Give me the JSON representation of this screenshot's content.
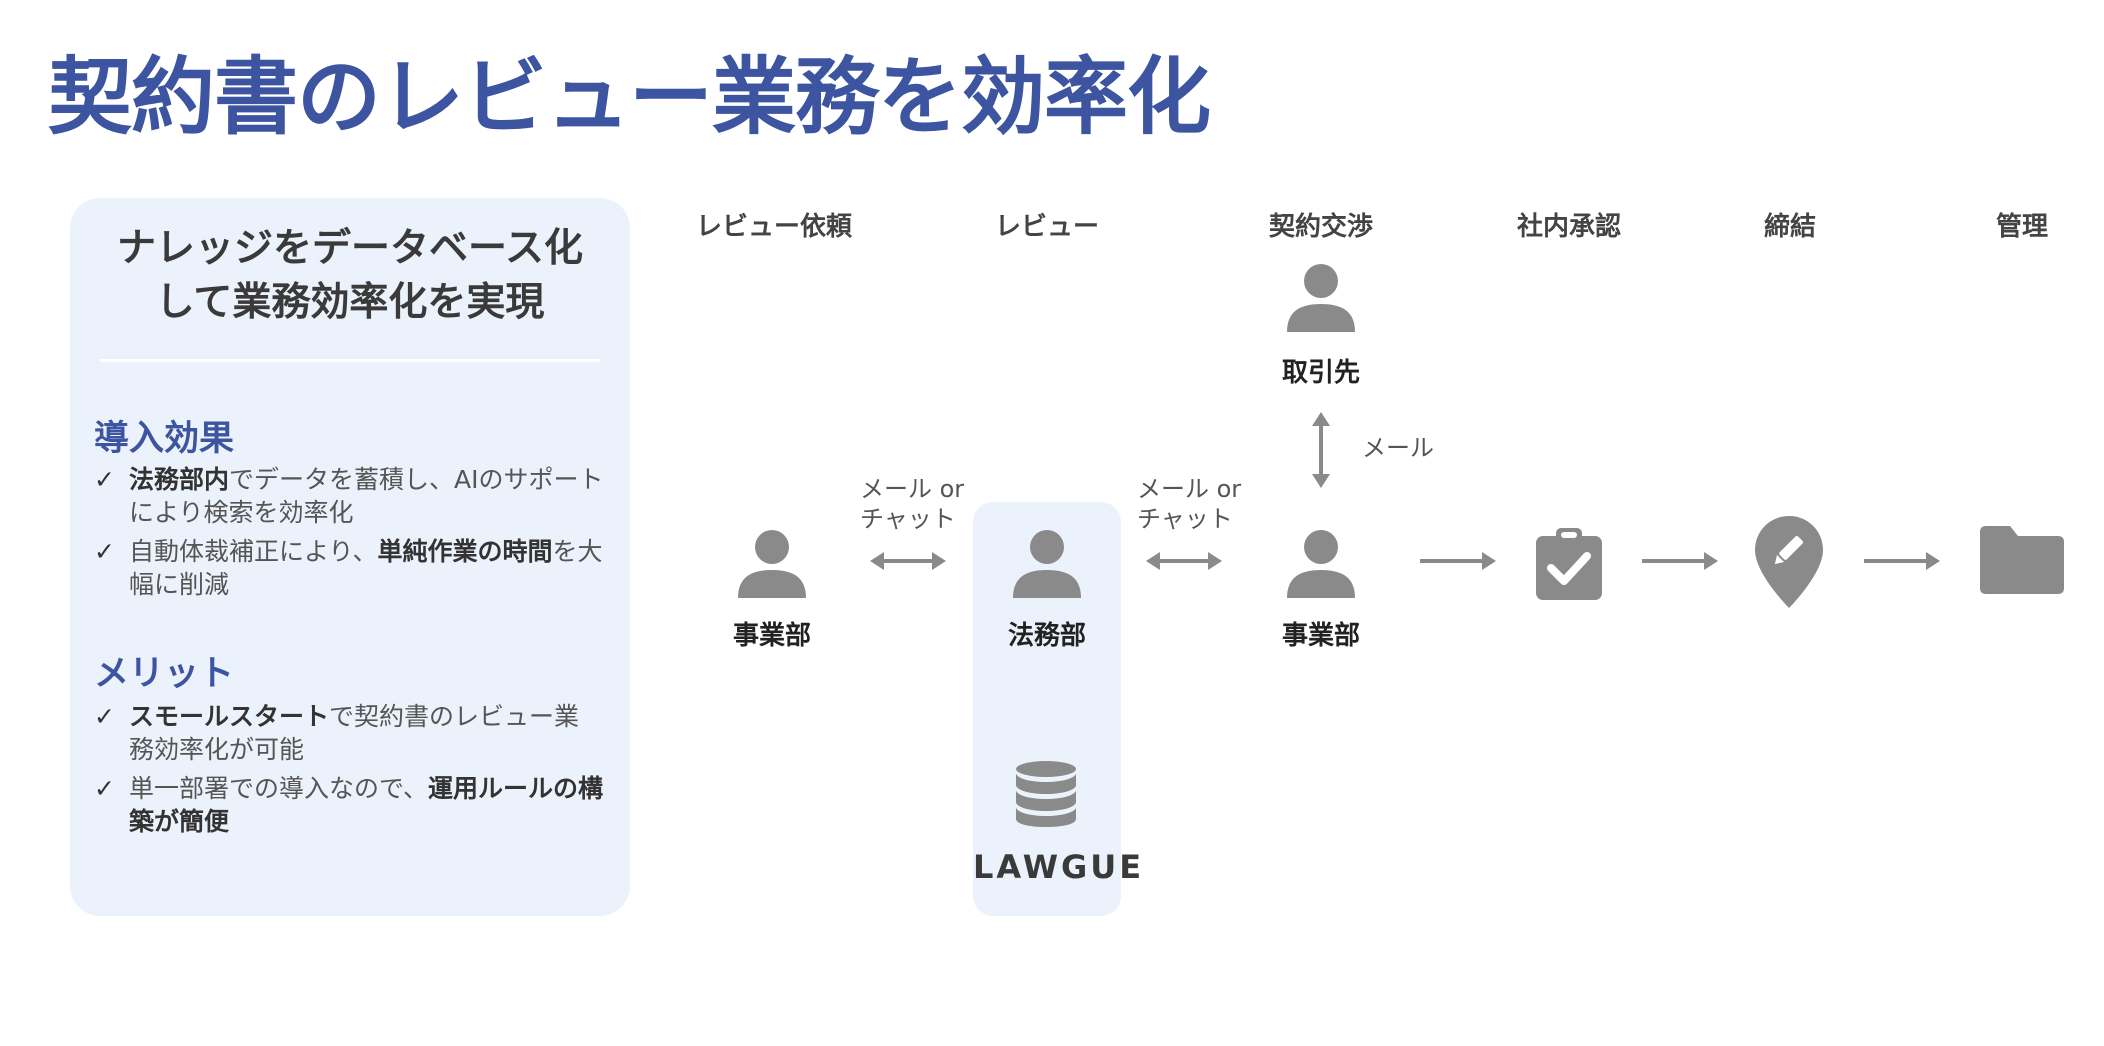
{
  "title": "契約書のレビュー業務を効率化",
  "panel": {
    "heading_line1": "ナレッジをデータベース化",
    "heading_line2": "して業務効率化を実現",
    "sections": [
      {
        "title": "導入効果",
        "bullets": [
          {
            "bold": "法務部内",
            "rest": "でデータを蓄積し、AIのサポートにより検索を効率化"
          },
          {
            "pre": "自動体裁補正により、",
            "bold": "単純作業の時間",
            "rest": "を大幅に削減"
          }
        ]
      },
      {
        "title": "メリット",
        "bullets": [
          {
            "bold": "スモールスタート",
            "rest": "で契約書のレビュー業務効率化が可能"
          },
          {
            "pre": "単一部署での導入なので、",
            "bold": "運用ルールの構築が簡便"
          }
        ]
      }
    ],
    "check_glyph": "✓"
  },
  "flow": {
    "phases": [
      "レビュー依頼",
      "レビュー",
      "契約交渉",
      "社内承認",
      "締結",
      "管理"
    ],
    "nodes": {
      "business_1": "事業部",
      "legal": "法務部",
      "business_2": "事業部",
      "partner": "取引先"
    },
    "channel_1_line1": "メール or",
    "channel_1_line2": "チャット",
    "channel_2_line1": "メール or",
    "channel_2_line2": "チャット",
    "partner_channel": "メール",
    "product": "LAWGUE",
    "icons": [
      "person-icon",
      "database-icon",
      "clipboard-check-icon",
      "map-pin-icon",
      "folder-icon",
      "double-arrow-icon",
      "right-arrow-icon"
    ]
  },
  "colors": {
    "title": "#3d54a0",
    "panel_bg": "#ecf2fb",
    "icon_gray": "#8a8a8a"
  }
}
